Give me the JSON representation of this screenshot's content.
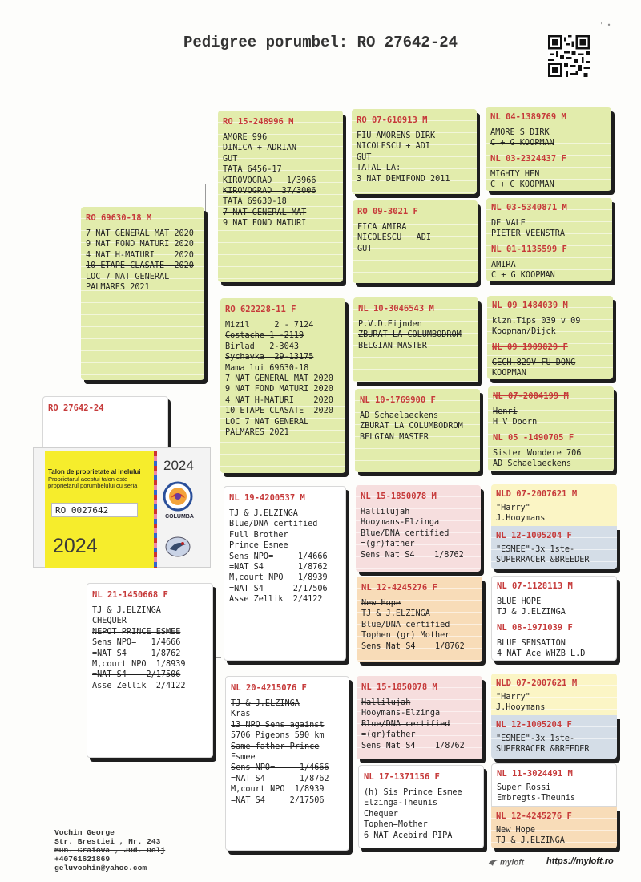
{
  "title": "Pedigree porumbel: RO 27642-24",
  "subject": {
    "ring": "RO 27642-24",
    "lines": []
  },
  "talon": {
    "heading": "Talon de proprietate al inelului",
    "subtext": [
      "Proprietarul acestui talon este",
      "proprietarul porumbelului cu seria"
    ],
    "ring_value": "RO 0027642",
    "year_big": "2024",
    "year_small": "2024",
    "logo_text": "COLUMBA"
  },
  "sire": {
    "ring": "RO 69630-18 M",
    "lines": [
      "7 NAT GENERAL MAT 2020",
      "9 NAT FOND MATURI 2020",
      "4 NAT H-MATURI    2020",
      "10 ETAPE CLASATE  2020",
      "LOC 7 NAT GENERAL",
      "PALMARES 2021"
    ]
  },
  "dam": {
    "ring": "NL 21-1450668 F",
    "lines": [
      "TJ & J.ELZINGA",
      "CHEQUER",
      "NEPOT PRINCE ESMEE",
      "Sens NPO=   1/4666",
      "=NAT S4     1/8762",
      "M,court NPO  1/8939",
      "=NAT S4    2/17506",
      "Asse Zellik  2/4122"
    ]
  },
  "ss": {
    "ring": "RO 15-248996 M",
    "lines": [
      "AMORE 996",
      "DINICA + ADRIAN",
      "GUT",
      "TATA 6456-17",
      "KIROVOGRAD   1/3966",
      "KIROVOGRAD  37/3006",
      "TATA 69630-18",
      "7 NAT GENERAL MAT",
      "9 NAT FOND MATURI"
    ]
  },
  "sd": {
    "ring": "RO 622228-11 F",
    "lines": [
      "Mizil     2 - 7124",
      "Costache 1 -2119",
      "Birlad   2-3043",
      "Sychavka  29-13175",
      "Mama lui 69630-18",
      "7 NAT GENERAL MAT 2020",
      "9 NAT FOND MATURI 2020",
      "4 NAT H-MATURI    2020",
      "10 ETAPE CLASATE  2020",
      "LOC 7 NAT GENERAL",
      "PALMARES 2021"
    ]
  },
  "ds": {
    "ring": "NL 19-4200537 M",
    "lines": [
      "TJ & J.ELZINGA",
      "Blue/DNA certified",
      "Full Brother",
      "Prince Esmee",
      "Sens NPO=     1/4666",
      "=NAT S4       1/8762",
      "M,court NPO   1/8939",
      "=NAT S4      2/17506",
      "Asse Zellik  2/4122"
    ]
  },
  "dd": {
    "ring": "NL 20-4215076 F",
    "lines": [
      "TJ & J.ELZINGA",
      "Kras",
      "13 NPO Sens against",
      "5706 Pigeons 590 km",
      "Same father Prince",
      "Esmee",
      "Sens NPO=     1/4666",
      "=NAT S4       1/8762",
      "M,court NPO  1/8939",
      "=NAT S4     2/17506"
    ]
  },
  "sss": {
    "ring": "RO 07-610913 M",
    "lines": [
      "FIU AMORENS DIRK",
      "NICOLESCU + ADI",
      "GUT",
      "TATAL LA:",
      "3 NAT DEMIFOND 2011"
    ]
  },
  "ssd": {
    "ring": "RO 09-3021 F",
    "lines": [
      "FICA AMIRA",
      "NICOLESCU + ADI",
      "GUT"
    ]
  },
  "sds": {
    "ring": "NL 10-3046543 M",
    "lines": [
      "P.V.D.Eijnden",
      "ZBURAT LA COLUMBODROM",
      "BELGIAN MASTER"
    ]
  },
  "sdd": {
    "ring": "NL 10-1769900 F",
    "lines": [
      "AD Schaelaeckens",
      "ZBURAT LA COLUMBODROM",
      "BELGIAN MASTER"
    ]
  },
  "dss": {
    "ring": "NL 15-1850078 M",
    "lines": [
      "Hallilujah",
      "Hooymans-Elzinga",
      "Blue/DNA certified",
      "=(gr)father",
      "Sens Nat S4    1/8762"
    ]
  },
  "dsd": {
    "ring": "NL 12-4245276 F",
    "lines": [
      "New Hope",
      "TJ & J.ELZINGA",
      "Blue/DNA certified",
      "Tophen (gr) Mother",
      "Sens Nat S4    1/8762"
    ]
  },
  "dds": {
    "ring": "NL 15-1850078 M",
    "lines": [
      "Hallilujah",
      "Hooymans-Elzinga",
      "Blue/DNA certified",
      "=(gr)father",
      "Sens Nat S4    1/8762"
    ]
  },
  "ddd": {
    "ring": "NL 17-1371156 F",
    "lines": [
      "(h) Sis Prince Esmee",
      "Elzinga-Theunis",
      "Chequer",
      "Tophen=Mother",
      "6 NAT Acebird PIPA"
    ]
  },
  "g4": [
    {
      "ring": "NL 04-1389769 M",
      "lines": [
        "AMORE S DIRK",
        "C + G KOOPMAN"
      ]
    },
    {
      "ring": "NL 03-2324437 F",
      "lines": [
        "MIGHTY HEN",
        "C + G KOOPMAN"
      ]
    },
    {
      "ring": "NL 03-5340871 M",
      "lines": [
        "DE VALE",
        "PIETER VEENSTRA"
      ]
    },
    {
      "ring": "NL 01-1135599 F",
      "lines": [
        "AMIRA",
        "C + G KOOPMAN"
      ]
    },
    {
      "ring": "NL 09 1484039 M",
      "lines": [
        "klzn.Tips 039 v 09",
        "Koopman/Dijck"
      ]
    },
    {
      "ring": "NL 09 1909829 F",
      "lines": [
        "GECH.829V FU DONG",
        "KOOPMAN"
      ]
    },
    {
      "ring": "NL 07-2004199 M",
      "lines": [
        "Henri",
        "H V Doorn"
      ]
    },
    {
      "ring": "NL 05 -1490705 F",
      "lines": [
        "Sister Wondere 706",
        "AD Schaelaeckens"
      ]
    },
    {
      "ring": "NLD 07-2007621 M",
      "lines": [
        "\"Harry\"",
        "J.Hooymans"
      ]
    },
    {
      "ring": "NL 12-1005204 F",
      "lines": [
        "\"ESMEE\"-3x 1ste-",
        "SUPERRACER &BREEDER"
      ]
    },
    {
      "ring": "NL 07-1128113 M",
      "lines": [
        "BLUE HOPE",
        "TJ & J.ELZINGA"
      ]
    },
    {
      "ring": "NL 08-1971039 F",
      "lines": [
        "BLUE SENSATION",
        "4 NAT Ace WHZB L.D"
      ]
    },
    {
      "ring": "NLD 07-2007621 M",
      "lines": [
        "\"Harry\"",
        "J.Hooymans"
      ]
    },
    {
      "ring": "NL 12-1005204 F",
      "lines": [
        "\"ESMEE\"-3x 1ste-",
        "SUPERRACER &BREEDER"
      ]
    },
    {
      "ring": "NL 11-3024491 M",
      "lines": [
        "Super Rossi",
        "Embregts-Theunis"
      ]
    },
    {
      "ring": "NL 12-4245276 F",
      "lines": [
        "New Hope",
        "TJ & J.ELZINGA"
      ]
    }
  ],
  "owner": {
    "lines": [
      "Vochin George",
      "Str. Brestiei , Nr. 243",
      "Mun. Craiova , Jud. Dolj",
      "+40761621869",
      "geluvochin@yahoo.com"
    ]
  },
  "footer": {
    "brand": "myloft",
    "url": "https://myloft.ro"
  },
  "colors": {
    "ring": "#c63a3a",
    "green": "#e2ecac",
    "pink": "#f6dede",
    "peach": "#f8dcb8",
    "yellow": "#fbf5c5",
    "blue": "#d4dde7"
  }
}
